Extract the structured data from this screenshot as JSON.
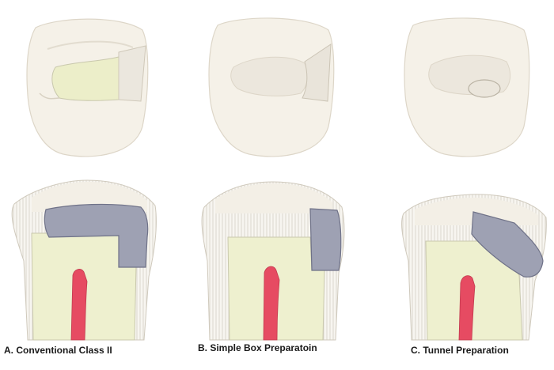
{
  "panels": [
    {
      "id": "A",
      "caption": "A. Conventional Class II"
    },
    {
      "id": "B",
      "caption": "B. Simple Box Preparatoin"
    },
    {
      "id": "C",
      "caption": "C. Tunnel Preparation"
    }
  ],
  "colors": {
    "enamel": "#f6f2ea",
    "enamel_shadow": "#e4ded2",
    "dentin": "#eef0cf",
    "restoration": "#9ea1b3",
    "pulp": "#e64b62",
    "cavity_floor": "#eceec9"
  }
}
